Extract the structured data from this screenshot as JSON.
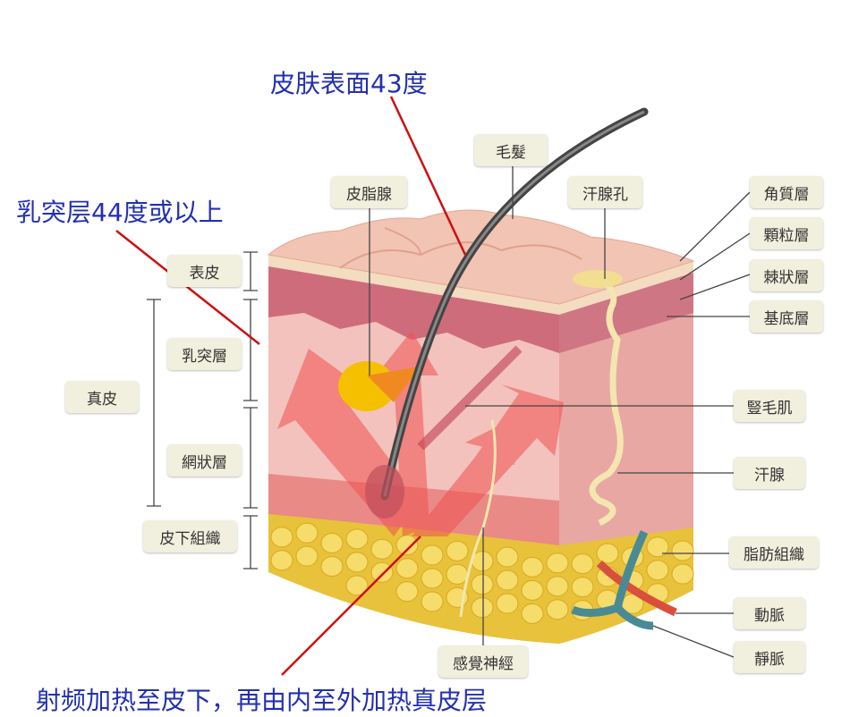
{
  "headings": {
    "surface": "皮肤表面43度",
    "papillary": "乳突层44度或以上",
    "bottom": "射频加热至皮下，再由内至外加热真皮层"
  },
  "labels": {
    "hair": "毛髮",
    "sebaceous_gland": "皮脂腺",
    "sweat_pore": "汗腺孔",
    "stratum_corneum": "角質層",
    "stratum_granulosum": "顆粒層",
    "stratum_spinosum": "棘狀層",
    "stratum_basale": "基底層",
    "epidermis": "表皮",
    "papillary_layer": "乳突層",
    "dermis": "真皮",
    "reticular_layer": "網狀層",
    "subcutaneous": "皮下組織",
    "arrector_pili": "豎毛肌",
    "sweat_gland": "汗腺",
    "adipose": "脂肪組織",
    "artery": "動脈",
    "vein": "靜脈",
    "sensory_nerve": "感覺神經"
  },
  "colors": {
    "heading": "#2330b0",
    "pointer": "#cc1010",
    "label_bg": "#f1efdd"
  }
}
